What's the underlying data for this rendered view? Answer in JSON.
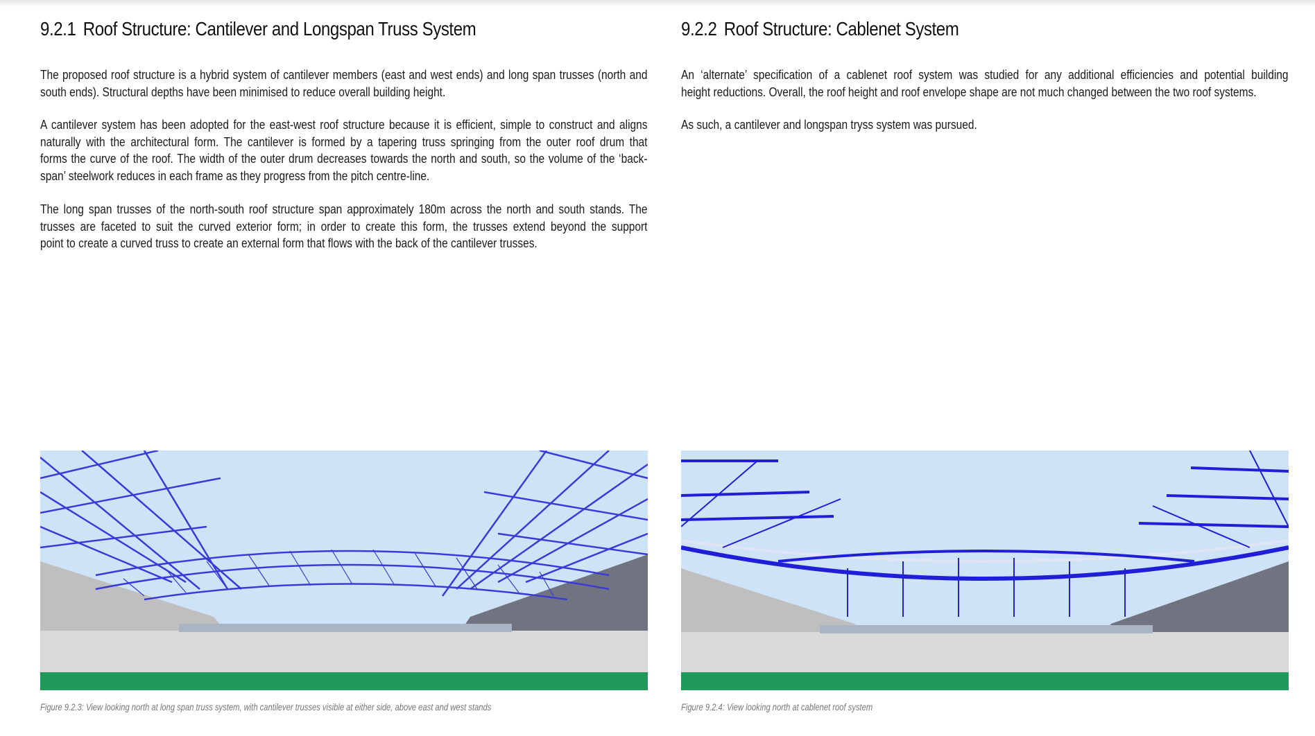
{
  "left": {
    "heading_num": "9.2.1",
    "heading": "Roof Structure: Cantilever and Longspan Truss System",
    "paragraphs": [
      [
        "The proposed roof structure is a hybrid system of cantilever members (east and west ends) and long span trusses (north and",
        "south ends). Structural depths have been minimised to reduce overall  building height."
      ],
      [
        "A cantilever system has been adopted for the east-west roof structure because it is efficient, simple to construct and aligns",
        "naturally with the architectural form.  The cantilever is formed by a tapering truss springing from the outer roof drum that",
        "forms the curve of the roof. The width of the outer drum decreases towards the north and south, so the volume of the ‘back-",
        "span’ steelwork reduces in each frame as they progress from the pitch centre-line."
      ],
      [
        "The long span trusses of the north-south roof structure span approximately 180m across the north and south stands. The",
        "trusses are faceted to suit the curved exterior form; in order to create this form, the trusses extend beyond the support",
        "point to create a curved truss to create an external form that flows with the back of the cantilever trusses."
      ]
    ],
    "caption": "Figure 9.2.3: View looking north at long span truss system, with cantilever trusses visible at either side, above east and west stands"
  },
  "right": {
    "heading_num": "9.2.2",
    "heading": "Roof Structure: Cablenet System",
    "paragraphs": [
      [
        "An ‘alternate’ specification of a cablenet roof system was studied for any additional efficiencies and potential building",
        "height reductions. Overall, the roof height and roof envelope shape are not much changed between the two roof systems."
      ],
      [
        "As such, a cantilever and longspan tryss system was pursued."
      ]
    ],
    "caption": "Figure 9.2.4: View looking north at cablenet roof system"
  },
  "colors": {
    "truss": "#3a3ad8",
    "sky": "#cfe3f7",
    "pitch": "#1f9a5a",
    "stand": "#c8c8c8"
  }
}
